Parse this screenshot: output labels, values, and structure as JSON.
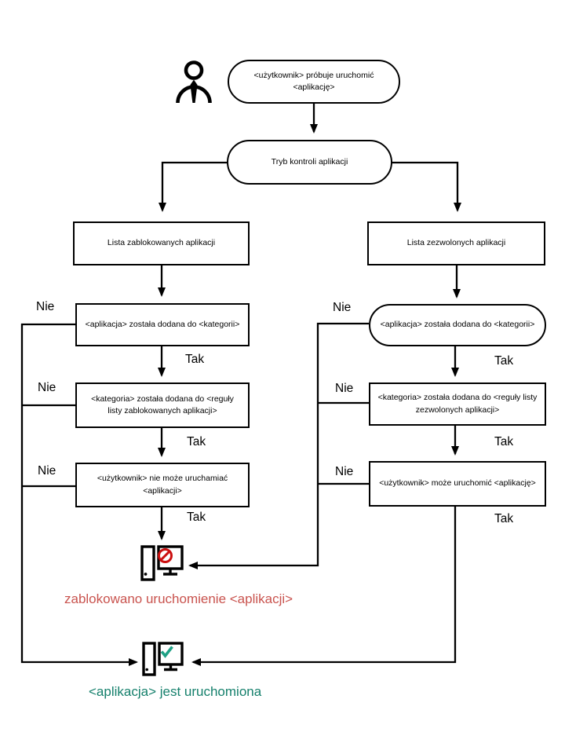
{
  "diagram": {
    "labels": {
      "yes": "Tak",
      "no": "Nie"
    },
    "nodes": {
      "start": "<użytkownik> próbuje uruchomić <aplikację>",
      "mode": "Tryb kontroli aplikacji",
      "deny_list": "Lista zablokowanych aplikacji",
      "allow_list": "Lista zezwolonych aplikacji",
      "deny_app_in_category": "<aplikacja> została dodana do <kategorii>",
      "deny_category_in_rules": "<kategoria> została dodana do <reguły listy zablokowanych aplikacji>",
      "deny_user_cannot_run": "<użytkownik> nie może uruchamiać <aplikacji>",
      "allow_app_in_category": "<aplikacja> została dodana do <kategorii>",
      "allow_category_in_rules": "<kategoria> została dodana do <reguły listy zezwolonych aplikacji>",
      "allow_user_can_run": "<użytkownik> może uruchomić <aplikację>"
    },
    "outcomes": {
      "blocked_caption": "zablokowano uruchomienie <aplikacji>",
      "running_caption": "<aplikacja> jest uruchomiona"
    },
    "colors": {
      "blocked_caption": "#c9534e",
      "running_caption": "#15806c",
      "prohibition": "#cc1010",
      "check": "#1fa185",
      "line": "#000000"
    },
    "icons": {
      "user-icon": "person silhouette",
      "blocked-computer-icon": "computer with prohibition sign",
      "running-computer-icon": "computer with check mark"
    }
  }
}
